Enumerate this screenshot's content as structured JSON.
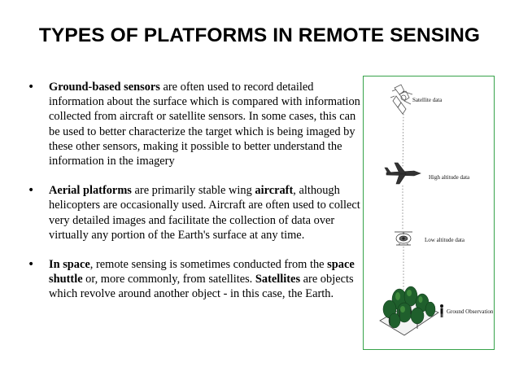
{
  "slide": {
    "title": "TYPES OF PLATFORMS IN REMOTE SENSING"
  },
  "bullets": [
    {
      "marker": "•",
      "parts": [
        {
          "text": "Ground-based sensors",
          "bold": true
        },
        {
          "text": " are often used to record detailed information about the surface which is compared with information collected from aircraft or satellite sensors. In some cases, this can be used to better characterize the target which is being imaged by these other sensors, making it possible to better understand the information in the imagery",
          "bold": false
        }
      ]
    },
    {
      "marker": "•",
      "parts": [
        {
          "text": "Aerial platforms",
          "bold": true
        },
        {
          "text": " are primarily stable wing ",
          "bold": false
        },
        {
          "text": "aircraft",
          "bold": true
        },
        {
          "text": ", although helicopters are occasionally used. Aircraft are often used to collect very detailed images and facilitate the collection of data over virtually any portion of the Earth's surface at any time.",
          "bold": false
        }
      ]
    },
    {
      "marker": "•",
      "parts": [
        {
          "text": "In space",
          "bold": true
        },
        {
          "text": ", remote sensing is sometimes conducted from the ",
          "bold": false
        },
        {
          "text": "space shuttle",
          "bold": true
        },
        {
          "text": " or, more commonly, from satellites. ",
          "bold": false
        },
        {
          "text": "Satellites",
          "bold": true
        },
        {
          "text": " are objects which revolve around another object - in this case, the Earth.",
          "bold": false
        }
      ]
    }
  ],
  "figure": {
    "labels": {
      "satellite": "Satellite data",
      "high_altitude": "High altitude data",
      "low_altitude": "Low altitude data",
      "ground": "Ground Observation"
    },
    "icons": [
      "satellite-icon",
      "airplane-icon",
      "helicopter-icon",
      "trees-icon",
      "person-icon"
    ],
    "border_color": "#37a34a"
  }
}
